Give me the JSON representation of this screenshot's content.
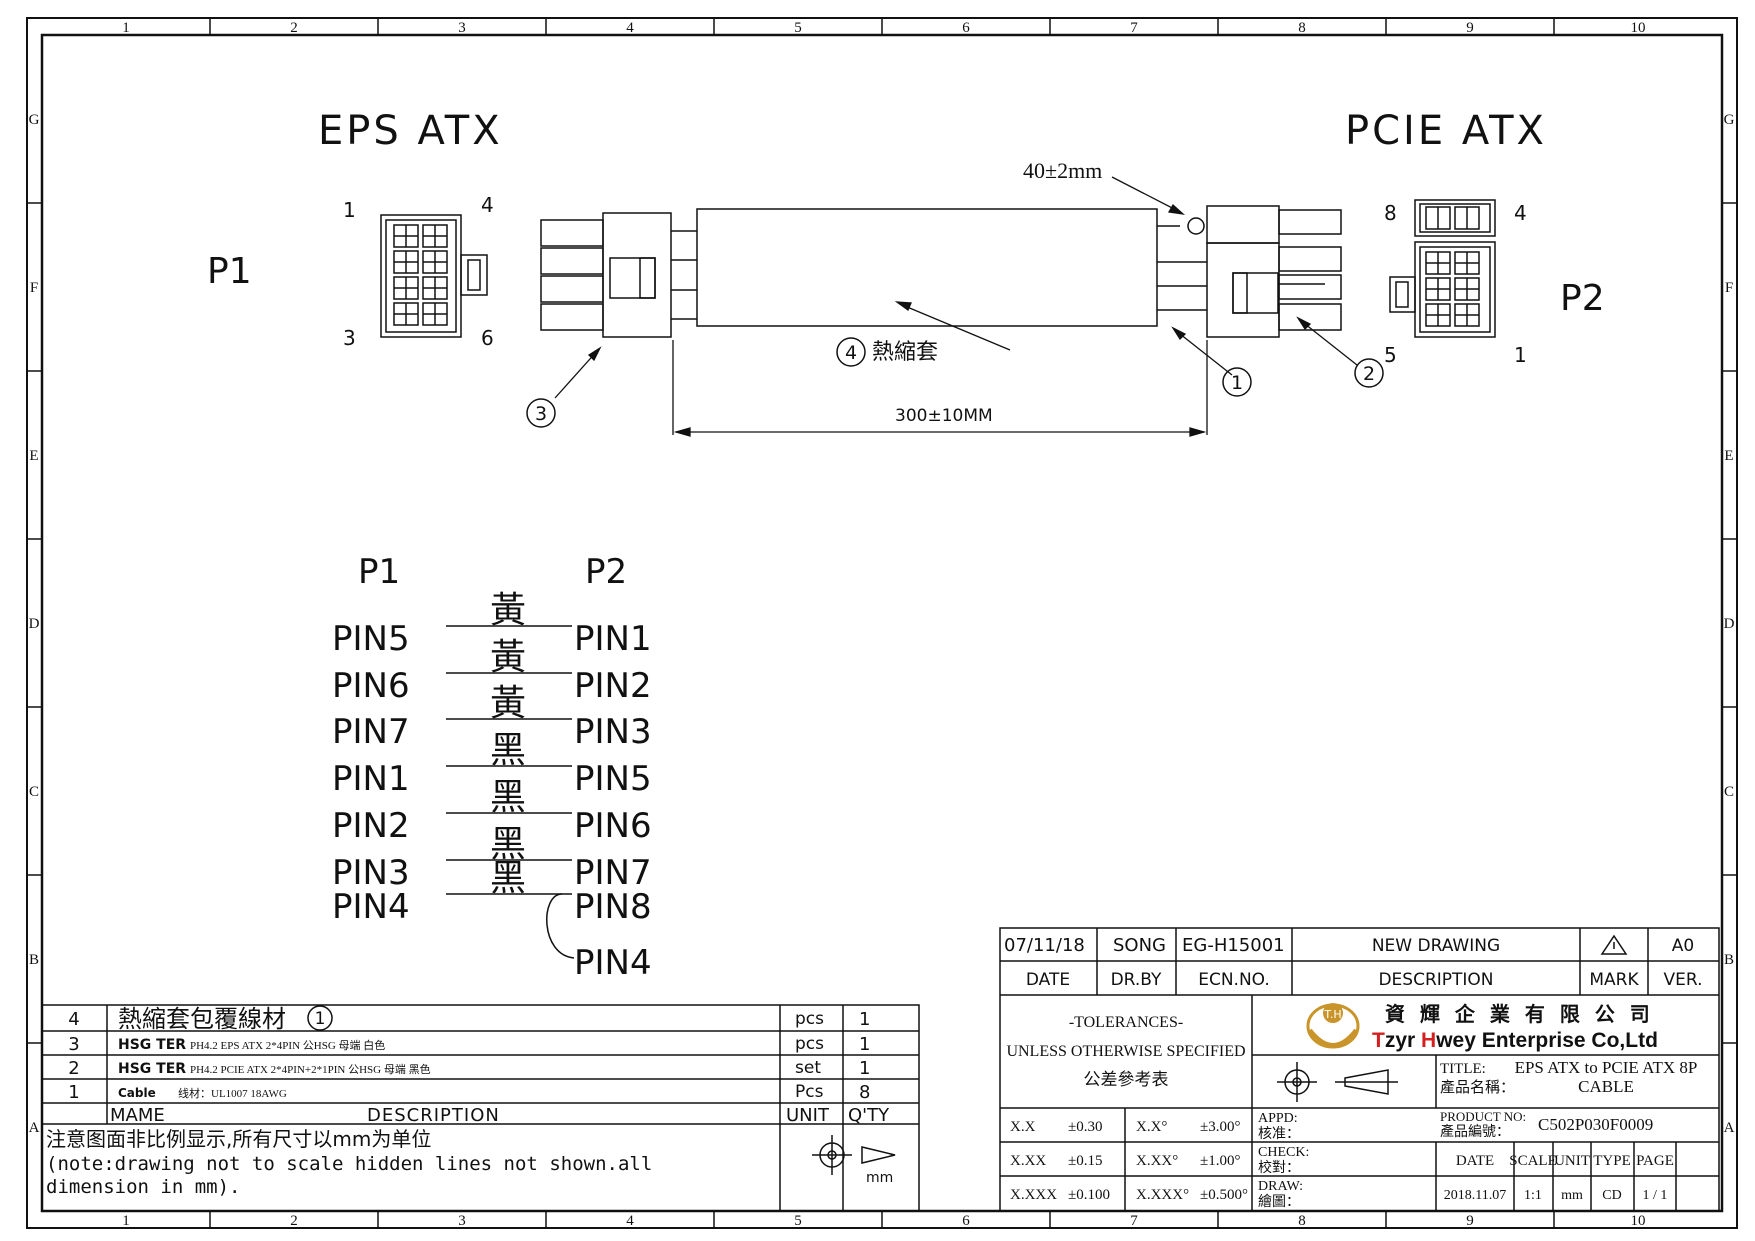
{
  "border": {
    "cols": [
      "1",
      "2",
      "3",
      "4",
      "5",
      "6",
      "7",
      "8",
      "9",
      "10"
    ],
    "rows": [
      "G",
      "F",
      "E",
      "D",
      "C",
      "B",
      "A"
    ]
  },
  "drawing": {
    "left_title": "EPS ATX",
    "right_title": "PCIE ATX",
    "p1_label": "P1",
    "p2_label": "P2",
    "p1_pins": {
      "tl": "1",
      "tr": "4",
      "bl": "3",
      "br": "6"
    },
    "p2_pins": {
      "tl": "8",
      "tr": "4",
      "bl": "5",
      "br": "1"
    },
    "dim_40": "40±2mm",
    "dim_300": "300±10MM",
    "callout_4_text": "熱縮套",
    "callouts": [
      "1",
      "2",
      "3",
      "4"
    ]
  },
  "wiring": {
    "p1_head": "P1",
    "p2_head": "P2",
    "rows": [
      {
        "left": "PIN5",
        "color": "黃",
        "right": "PIN1"
      },
      {
        "left": "PIN6",
        "color": "黃",
        "right": "PIN2"
      },
      {
        "left": "PIN7",
        "color": "黃",
        "right": "PIN3"
      },
      {
        "left": "PIN1",
        "color": "黑",
        "right": "PIN5"
      },
      {
        "left": "PIN2",
        "color": "黑",
        "right": "PIN6"
      },
      {
        "left": "PIN3",
        "color": "黑",
        "right": "PIN7"
      },
      {
        "left": "PIN4",
        "color": "黑",
        "right": "PIN8"
      }
    ],
    "extra_right": "PIN4"
  },
  "bom": {
    "rows": [
      {
        "no": "4",
        "name": "熱縮套包覆線材",
        "desc": "",
        "circle": "1",
        "unit": "pcs",
        "qty": "1"
      },
      {
        "no": "3",
        "name": "HSG TER",
        "desc": "PH4.2 EPS ATX  2*4PIN 公HSG 母端 白色",
        "circle": "",
        "unit": "pcs",
        "qty": "1"
      },
      {
        "no": "2",
        "name": "HSG TER",
        "desc": "PH4.2 PCIE ATX  2*4PIN+2*1PIN 公HSG 母端 黑色",
        "circle": "",
        "unit": "set",
        "qty": "1"
      },
      {
        "no": "1",
        "name": "Cable",
        "desc": "线材：UL1007 18AWG",
        "circle": "",
        "unit": "Pcs",
        "qty": "8"
      }
    ],
    "header": {
      "no": "",
      "name": "MAME",
      "desc": "DESCRIPTION",
      "unit": "UNIT",
      "qty": "Q'TY"
    },
    "note_cn": "注意图面非比例显示,所有尺寸以mm为单位",
    "note_en1": "(note:drawing not to scale hidden lines not shown.all",
    "note_en2": "dimension in mm).",
    "unit_mm": "mm"
  },
  "title_block": {
    "rev": {
      "date": "07/11/18",
      "by": "SONG",
      "ecn": "EG-H15001",
      "desc": "NEW DRAWING",
      "mark": "",
      "ver": "A0"
    },
    "rev_head": {
      "date": "DATE",
      "by": "DR.BY",
      "ecn": "ECN.NO.",
      "desc": "DESCRIPTION",
      "mark": "MARK",
      "ver": "VER."
    },
    "tol_title": "-TOLERANCES-",
    "tol_sub": "UNLESS OTHERWISE SPECIFIED",
    "tol_cn": "公差參考表",
    "company_cn": "資 輝 企 業 有 限 公 司",
    "company_en_1": "T",
    "company_en_2": "zyr ",
    "company_en_3": "H",
    "company_en_4": "wey Enterprise Co,Ltd",
    "logo_text": "T.H",
    "title_label": "TITLE:",
    "title_label_cn": "產品名稱：",
    "title_value1": "EPS ATX to PCIE ATX 8P",
    "title_value2": "CABLE",
    "product_label": "PRODUCT NO:",
    "product_label_cn": "產品編號：",
    "product_no": "C502P030F0009",
    "tol_rows": [
      {
        "a": "X.X",
        "b": "±0.30",
        "c": "X.X°",
        "d": "±3.00°"
      },
      {
        "a": "X.XX",
        "b": "±0.15",
        "c": "X.XX°",
        "d": "±1.00°"
      },
      {
        "a": "X.XXX",
        "b": "±0.100",
        "c": "X.XXX°",
        "d": "±0.500°"
      }
    ],
    "appd": "APPD:",
    "appd_cn": "核准：",
    "check": "CHECK:",
    "check_cn": "校對：",
    "draw": "DRAW:",
    "draw_cn": "繪圖：",
    "info_head": {
      "date": "DATE",
      "scale": "SCALE",
      "unit": "UNIT",
      "type": "TYPE",
      "page": "PAGE"
    },
    "info": {
      "date": "2018.11.07",
      "scale": "1:1",
      "unit": "mm",
      "type": "CD",
      "page": "1 / 1"
    },
    "colors": {
      "logo_gold": "#c9952a",
      "logo_red": "#d42020"
    }
  }
}
